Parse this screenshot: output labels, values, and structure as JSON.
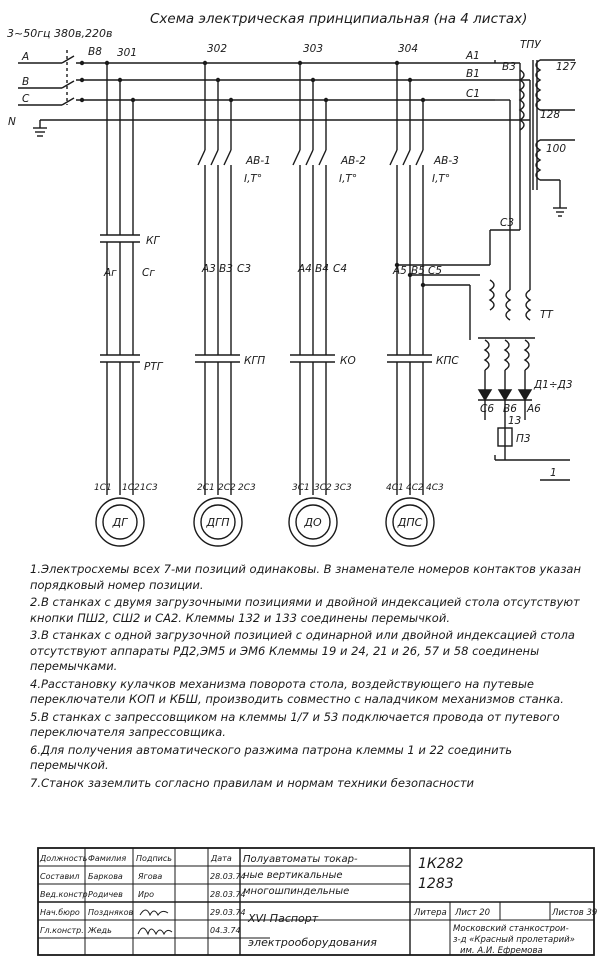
{
  "title": "Схема электрическая принципиальная (на 4 листах)",
  "supply": "3~50гц 380в,220в",
  "labels": {
    "breaker": "В8",
    "phases": [
      "А",
      "В",
      "С",
      "N"
    ],
    "buses": [
      "А1",
      "В1",
      "С1"
    ],
    "wires_top": [
      "301",
      "302",
      "303",
      "304"
    ],
    "transformer": "ТПУ",
    "tr_b3": "В3",
    "tr_127": "127",
    "tr_128": "128",
    "tr_100": "100",
    "c3": "С3",
    "ab": [
      "АВ-1",
      "АВ-2",
      "АВ-3"
    ],
    "it": "I,Т°",
    "kg": "КГ",
    "kgp": "КГП",
    "ko": "КО",
    "kps": "КПС",
    "rtg": "РТГ",
    "tt": "ТТ",
    "diodes": "Д1÷Д3",
    "diode_out": [
      "С6",
      "В6",
      "А6"
    ],
    "n13": "13",
    "p3": "П3",
    "n1": "1",
    "col1": [
      "Аг",
      "Сг"
    ],
    "col2": [
      "А3",
      "В3",
      "С3"
    ],
    "col3": [
      "А4",
      "В4",
      "С4"
    ],
    "col4": [
      "А5",
      "В5",
      "С5"
    ],
    "bottom1": [
      "1С1",
      "1С2",
      "1С3"
    ],
    "bottom2": [
      "2С1",
      "2С2",
      "2С3"
    ],
    "bottom3": [
      "3С1",
      "3С2",
      "3С3"
    ],
    "bottom4": [
      "4С1",
      "4С2",
      "4С3"
    ],
    "motors": [
      "ДГ",
      "ДГП",
      "ДО",
      "ДПС"
    ]
  },
  "notes": [
    "1.Электросхемы всех 7-ми позиций одинаковы. В знаменателе номеров контактов указан порядковый номер позиции.",
    "2.В станках с двумя загрузочными позициями и двойной индексацией стола отсутствуют кнопки ПШ2, СШ2 и СА2. Клеммы 132 и 133 соединены перемычкой.",
    "3.В станках с одной загрузочной позицией с одинарной или двойной индексацией стола отсутствуют аппараты РД2,ЭМ5 и ЭМ6 Клеммы 19 и 24, 21 и 26, 57 и 58 соединены перемычками.",
    "4.Расстановку кулачков механизма поворота стола, воздействующего на путевые переключатели КОП и КБШ, производить совместно с наладчиком механизмов станка.",
    "5.В станках с запрессовщиком на клеммы 1/7 и 53 подключается провода от путевого переключателя запрессовщика.",
    "6.Для получения автоматического разжима патрона клеммы 1 и 22 соединить перемычкой.",
    "7.Станок заземлить согласно правилам и нормам техники безопасности"
  ],
  "stamp": {
    "headers": [
      "Должность",
      "Фамилия",
      "Подпись",
      "Дата"
    ],
    "rows": [
      {
        "role": "Составил",
        "name": "Баркова",
        "sign": "Ягова",
        "date": "28.03.74"
      },
      {
        "role": "Вед.констр.",
        "name": "Родичев",
        "sign": "Иро",
        "date": "28.03.74"
      },
      {
        "role": "Нач.бюро",
        "name": "Поздняков",
        "sign": "",
        "date": "29.03.74"
      },
      {
        "role": "Гл.констр.",
        "name": "Жедь",
        "sign": "",
        "date": "04.3.74"
      }
    ],
    "product_line1": "Полуавтоматы токар-",
    "product_line2": "ные вертикальные",
    "product_line3": "многошпиндельные",
    "model1": "1К282",
    "model2": "1283",
    "doc_line1": "XVI Паспорт",
    "doc_line2": "электрооборудования",
    "litera": "Литера",
    "sheet": "Лист 20",
    "sheets": "Листов 39",
    "org_line1": "Московский станкострои-",
    "org_line2": "з-д «Красный пролетарий»",
    "org_line3": "им. А.И. Ефремова"
  }
}
